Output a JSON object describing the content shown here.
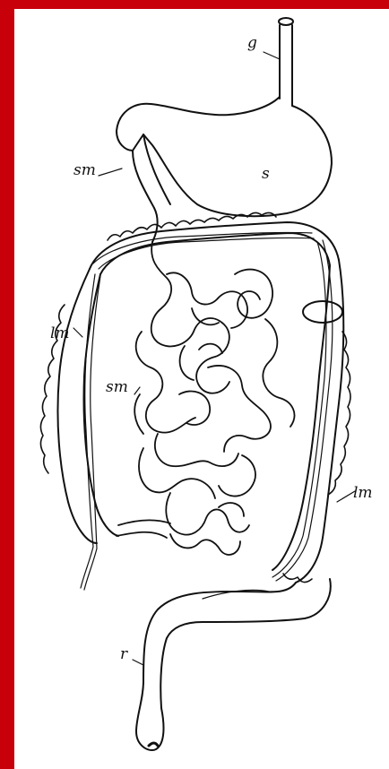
{
  "figure": {
    "frame_color": "#c8000a",
    "paper_color": "#ffffff",
    "ink_color": "#111111",
    "labels": {
      "g": "g",
      "s": "s",
      "sm_top": "sm",
      "lm_left": "lm",
      "sm_middle": "sm",
      "lm_right": "lm",
      "r": "r"
    }
  }
}
